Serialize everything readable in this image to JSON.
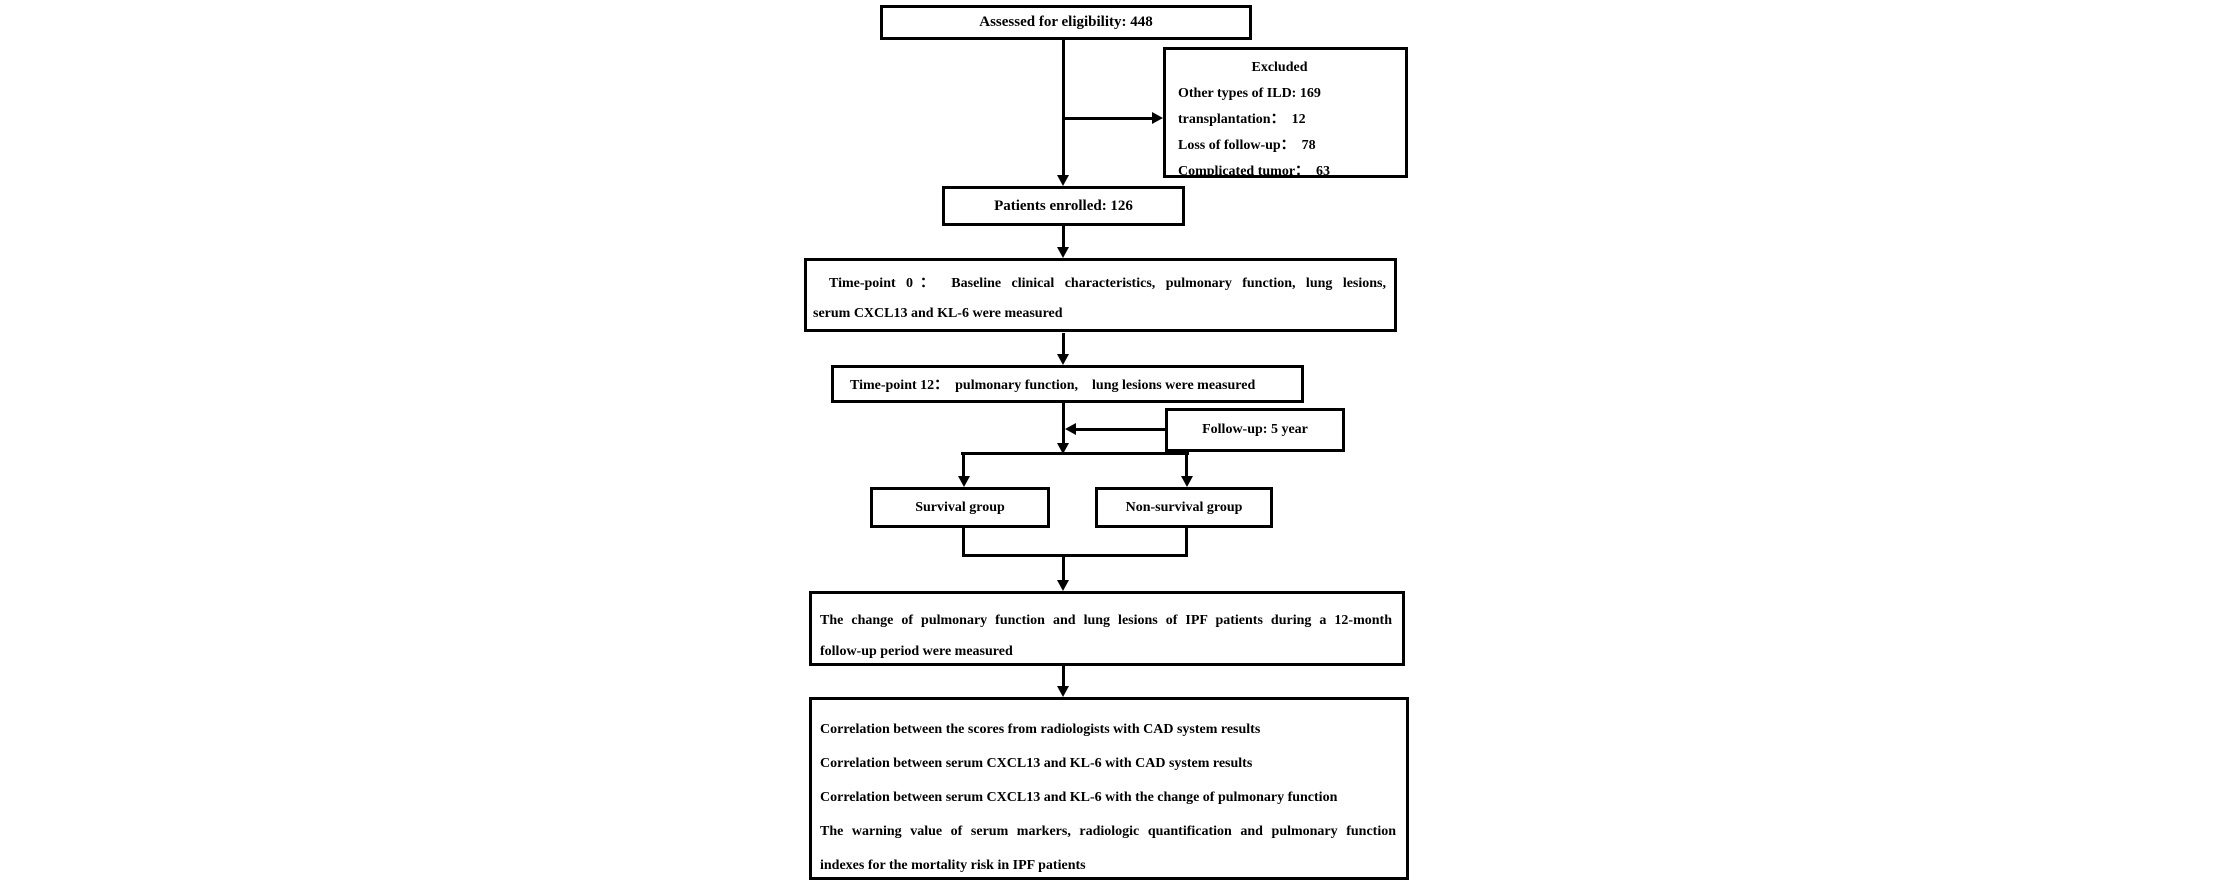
{
  "figure": {
    "background": "#ffffff",
    "line_color": "#000000",
    "type": "study-flowchart"
  },
  "boxes": {
    "assessed": {
      "text": "Assessed for eligibility: 448"
    },
    "excluded": {
      "title": "Excluded",
      "lines": [
        "Other types of ILD: 169",
        "transplantation：  12",
        "Loss of follow-up：  78",
        "Complicated tumor：  63"
      ]
    },
    "enrolled": {
      "text": "Patients enrolled: 126"
    },
    "timepoint0": {
      "line1": "Time-point 0： Baseline clinical characteristics, pulmonary function, lung lesions,",
      "line2": "serum CXCL13 and KL-6 were measured"
    },
    "timepoint12": {
      "text": "Time-point 12：  pulmonary function,    lung lesions were measured"
    },
    "followup": {
      "text": "Follow-up: 5 year"
    },
    "survival": {
      "text": "Survival group"
    },
    "nonsurvival": {
      "text": "Non-survival group"
    },
    "change": {
      "line1": "The change of pulmonary function and lung lesions of IPF patients during a 12-month",
      "line2": "follow-up period were measured"
    },
    "outcomes": {
      "lines": [
        "Correlation between the scores from radiologists with CAD system results",
        "Correlation between serum CXCL13 and KL-6 with CAD system results",
        "Correlation between serum CXCL13 and KL-6 with the change of pulmonary function",
        "The warning value of serum markers, radiologic quantification and pulmonary function",
        "indexes for the mortality risk in IPF patients"
      ]
    }
  }
}
